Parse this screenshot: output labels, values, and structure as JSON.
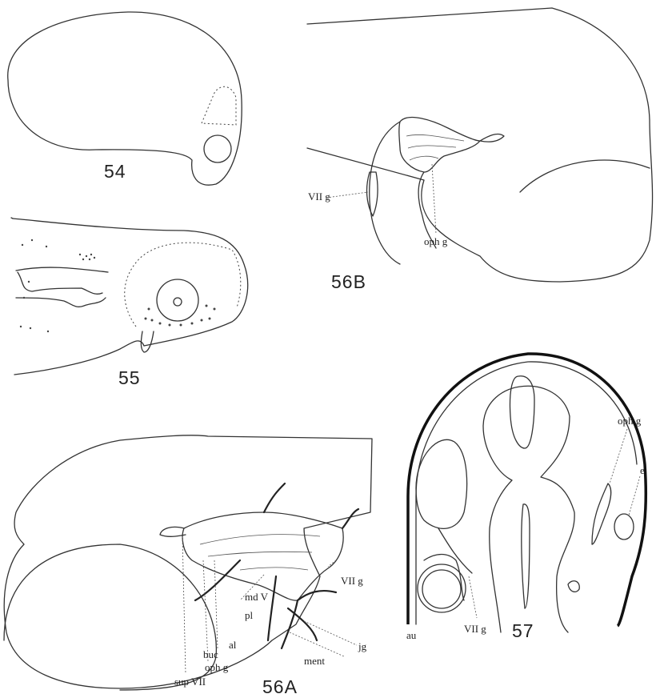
{
  "figures": {
    "fig54": {
      "number": "54"
    },
    "fig55": {
      "number": "55"
    },
    "fig56b": {
      "number": "56B",
      "labels": {
        "vii_g": "VII g",
        "oph_g": "oph g"
      }
    },
    "fig56a": {
      "number": "56A",
      "labels": {
        "md_v": "md V",
        "vii_g": "VII g",
        "pl": "pl",
        "al": "al",
        "jg": "jg",
        "ment": "ment",
        "buc": "buc",
        "oph_g": "oph g",
        "sup_vii": "sup VII"
      }
    },
    "fig57": {
      "number": "57",
      "labels": {
        "oph_g": "oph g",
        "e": "e",
        "au": "au",
        "vii_g": "VII g"
      }
    }
  }
}
